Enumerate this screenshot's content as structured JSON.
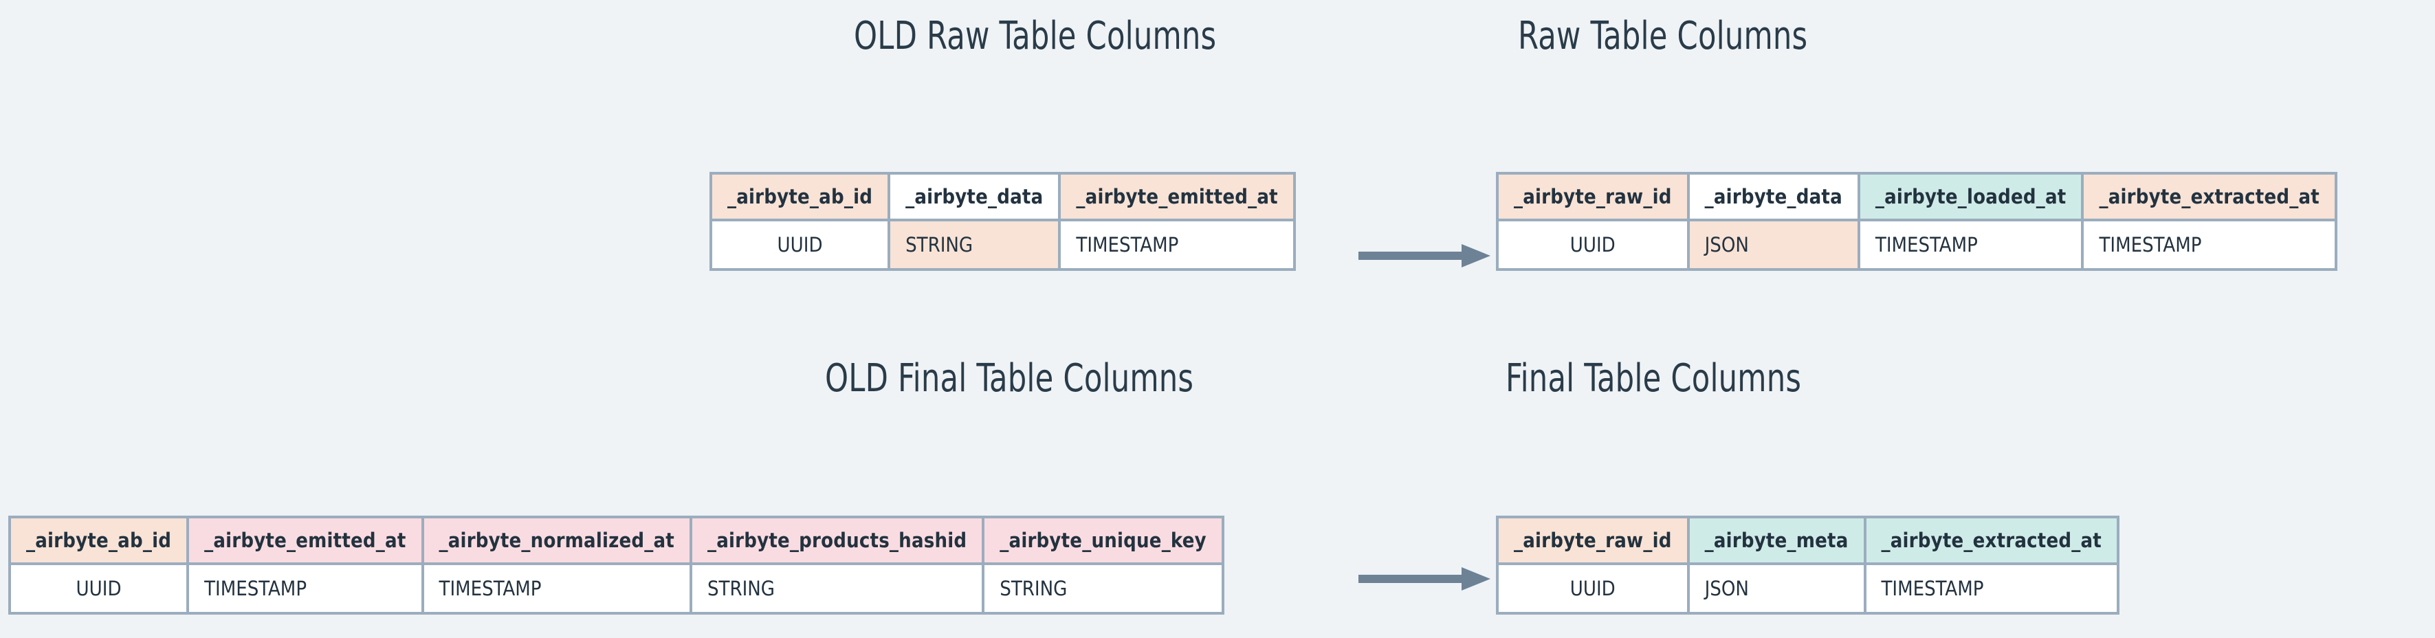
{
  "theme": {
    "background": "#eff3f6",
    "border": "#9badbe",
    "text": "#23323f",
    "title_text": "#2a3b49",
    "fill_peach": "#f8e3d6",
    "fill_pink": "#f9dce1",
    "fill_teal": "#cfebe8",
    "fill_white": "#ffffff",
    "arrow": "#6e8296"
  },
  "titles": {
    "old_raw": "OLD Raw Table Columns",
    "new_raw": "Raw Table Columns",
    "old_final": "OLD Final Table Columns",
    "new_final": "Final Table Columns"
  },
  "arrows": {
    "raw": "arrow-right",
    "final": "arrow-right"
  },
  "tables": {
    "old_raw": {
      "columns": [
        {
          "name": "_airbyte_ab_id",
          "type": "UUID",
          "header_fill": "peach",
          "cell_fill": "white"
        },
        {
          "name": "_airbyte_data",
          "type": "STRING",
          "header_fill": "white",
          "cell_fill": "peach"
        },
        {
          "name": "_airbyte_emitted_at",
          "type": "TIMESTAMP",
          "header_fill": "peach",
          "cell_fill": "white"
        }
      ]
    },
    "new_raw": {
      "columns": [
        {
          "name": "_airbyte_raw_id",
          "type": "UUID",
          "header_fill": "peach",
          "cell_fill": "white"
        },
        {
          "name": "_airbyte_data",
          "type": "JSON",
          "header_fill": "white",
          "cell_fill": "peach"
        },
        {
          "name": "_airbyte_loaded_at",
          "type": "TIMESTAMP",
          "header_fill": "teal",
          "cell_fill": "white"
        },
        {
          "name": "_airbyte_extracted_at",
          "type": "TIMESTAMP",
          "header_fill": "peach",
          "cell_fill": "white"
        }
      ]
    },
    "old_final": {
      "columns": [
        {
          "name": "_airbyte_ab_id",
          "type": "UUID",
          "header_fill": "peach",
          "cell_fill": "white"
        },
        {
          "name": "_airbyte_emitted_at",
          "type": "TIMESTAMP",
          "header_fill": "pink",
          "cell_fill": "white"
        },
        {
          "name": "_airbyte_normalized_at",
          "type": "TIMESTAMP",
          "header_fill": "pink",
          "cell_fill": "white"
        },
        {
          "name": "_airbyte_products_hashid",
          "type": "STRING",
          "header_fill": "pink",
          "cell_fill": "white"
        },
        {
          "name": "_airbyte_unique_key",
          "type": "STRING",
          "header_fill": "pink",
          "cell_fill": "white"
        }
      ]
    },
    "new_final": {
      "columns": [
        {
          "name": "_airbyte_raw_id",
          "type": "UUID",
          "header_fill": "peach",
          "cell_fill": "white"
        },
        {
          "name": "_airbyte_meta",
          "type": "JSON",
          "header_fill": "teal",
          "cell_fill": "white"
        },
        {
          "name": "_airbyte_extracted_at",
          "type": "TIMESTAMP",
          "header_fill": "teal",
          "cell_fill": "white"
        }
      ]
    }
  }
}
